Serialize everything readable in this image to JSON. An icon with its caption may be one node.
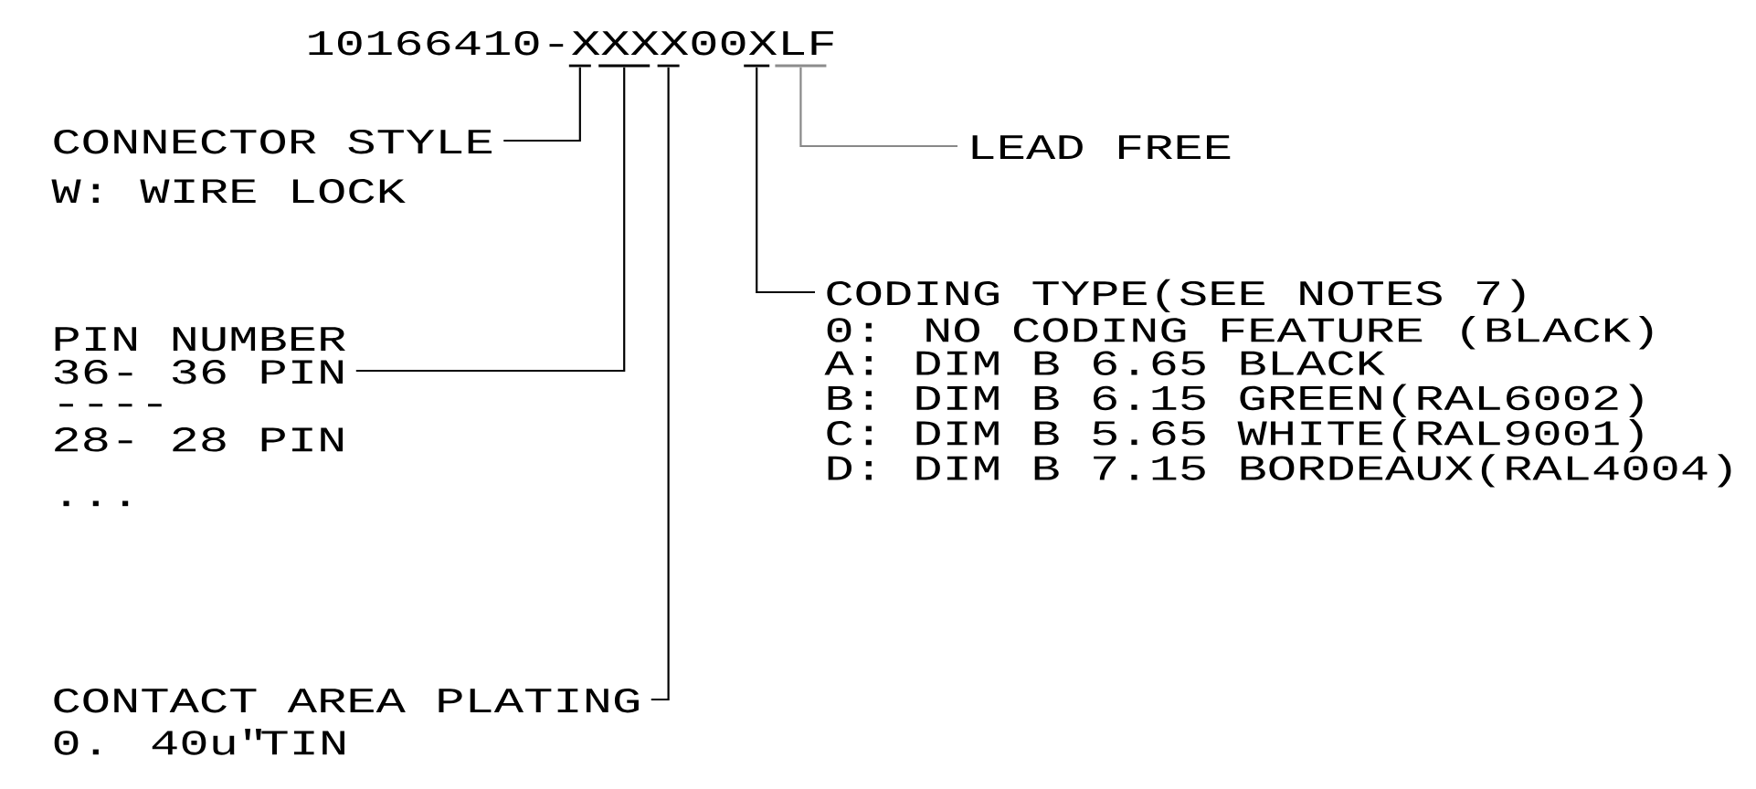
{
  "diagram": {
    "nodes": [
      {
        "text": [],
        "shape": "bar"
      },
      {
        "text": [],
        "shape": "bar"
      },
      {
        "text": [],
        "shape": "bar"
      },
      {
        "text": [],
        "shape": "bar"
      },
      {
        "text": [],
        "shape": "bar"
      },
      {
        "text": [
          "CONNECTOR STYLE",
          "W: WIRE LOCK"
        ]
      },
      {
        "text": [
          "LEAD FREE"
        ]
      },
      {
        "text": [
          "CODING TYPE(SEE NOTES 7)",
          "0: NO CODING FEATURE (BLACK)",
          "A: DIM B 6.65 BLACK",
          "B: DIM B 6.15 GREEN(RAL6002)",
          "C: DIM B 5.65 WHITE(RAL9001)",
          "D: DIM B 7.15 BORDEAUX(RAL4004)"
        ]
      },
      {
        "text": [
          "PIN NUMBER",
          "36- 36 PIN",
          "----",
          "28- 28 PIN",
          "..."
        ]
      },
      {
        "text": [
          "CONTACT AREA PLATING",
          "0. 40u\"TIN"
        ]
      }
    ],
    "edges": [
      {
        "from": 5,
        "to": 0,
        "arrow": "none"
      },
      {
        "from": 8,
        "to": 1,
        "arrow": "none"
      },
      {
        "from": 9,
        "to": 2,
        "arrow": "none"
      },
      {
        "from": 7,
        "to": 3,
        "arrow": "none"
      },
      {
        "from": 6,
        "to": 4,
        "arrow": "none",
        "color": "#888888"
      }
    ],
    "labels": [
      "10166410-XXXX00XLF"
    ]
  }
}
